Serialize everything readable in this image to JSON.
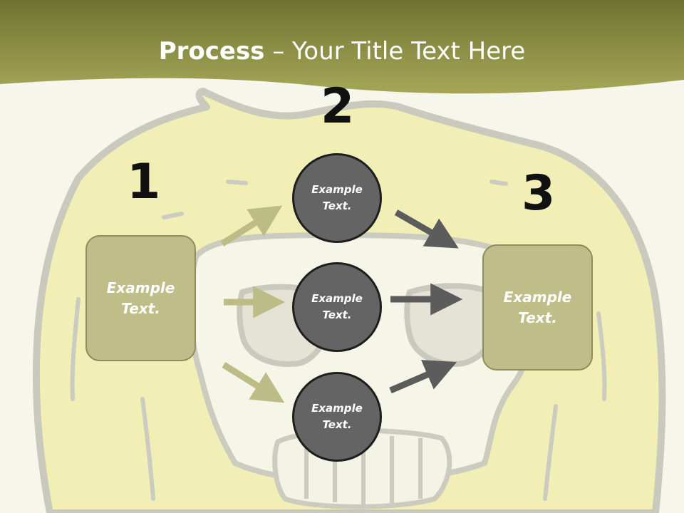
{
  "title": {
    "bold": "Process",
    "rest": " – Your Title Text Here"
  },
  "steps": [
    {
      "number": "1"
    },
    {
      "number": "2"
    },
    {
      "number": "3"
    }
  ],
  "boxes": [
    {
      "text1": "Example",
      "text2": "Text."
    },
    {
      "text1": "Example",
      "text2": "Text."
    }
  ],
  "circles": [
    {
      "text1": "Example",
      "text2": "Text."
    },
    {
      "text1": "Example",
      "text2": "Text."
    },
    {
      "text1": "Example",
      "text2": "Text."
    }
  ],
  "colors": {
    "header": "#8f9446",
    "box_fill": "#bfbd88",
    "circle_fill": "#646464",
    "arrow_light": "#bcbd86",
    "arrow_dark": "#5c5c5c"
  }
}
